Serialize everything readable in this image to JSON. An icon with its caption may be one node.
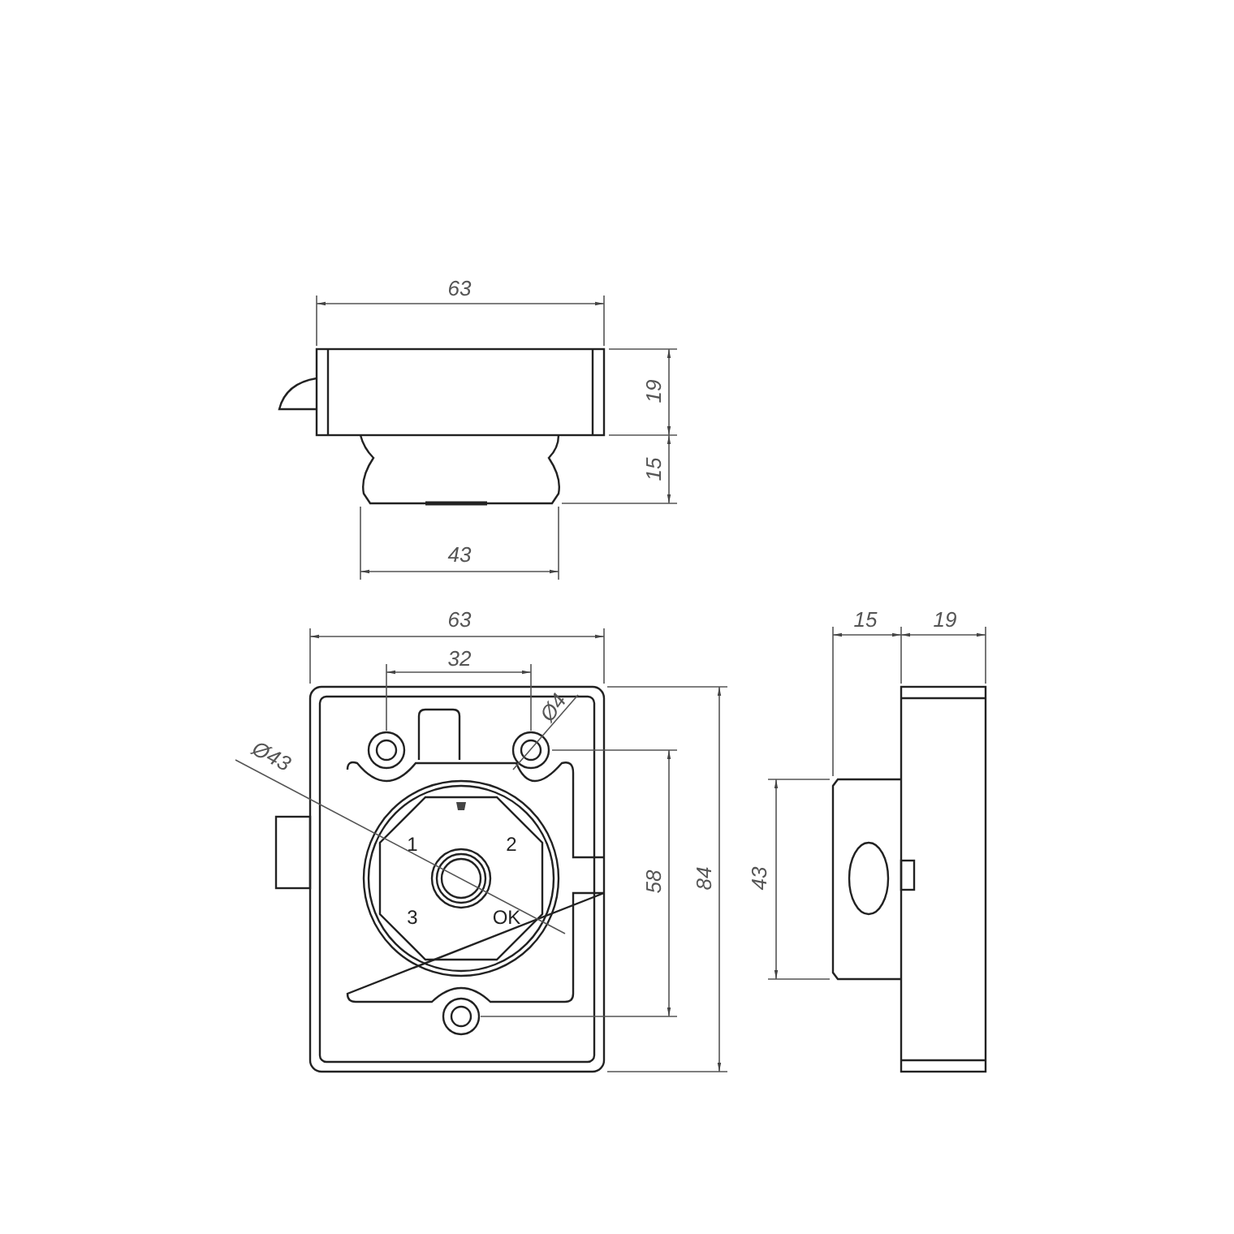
{
  "diagram": {
    "labels": [
      "63",
      "19",
      "15",
      "43",
      "63",
      "32",
      "Ø4",
      "Ø43",
      "1",
      "2",
      "3",
      "OK",
      "58",
      "84",
      "15",
      "19",
      "43"
    ]
  }
}
